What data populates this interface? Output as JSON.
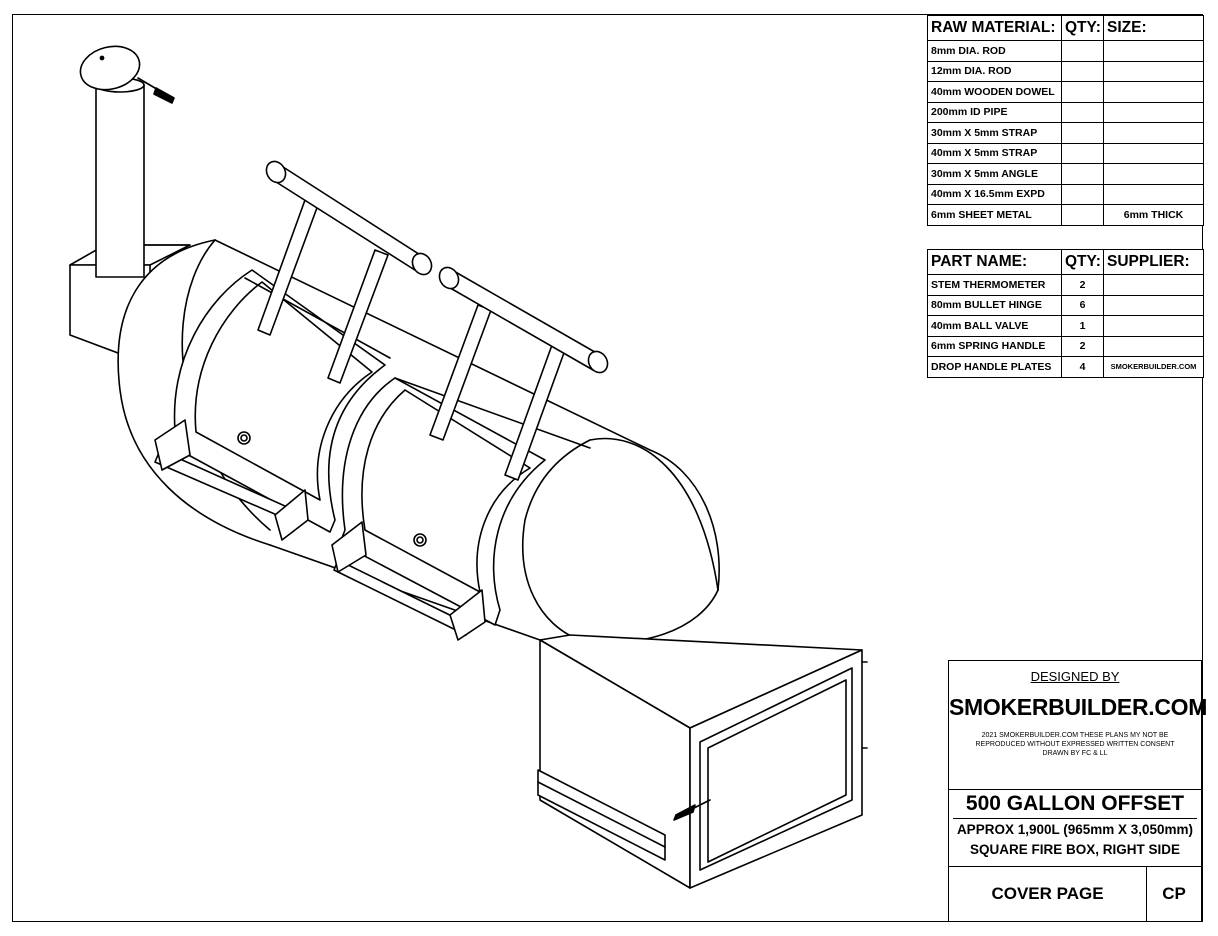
{
  "raw_material_table": {
    "headers": [
      "RAW MATERIAL:",
      "QTY:",
      "SIZE:"
    ],
    "rows": [
      [
        "8mm DIA. ROD",
        "",
        ""
      ],
      [
        "12mm DIA. ROD",
        "",
        ""
      ],
      [
        "40mm WOODEN DOWEL",
        "",
        ""
      ],
      [
        "200mm ID PIPE",
        "",
        ""
      ],
      [
        "30mm X 5mm STRAP",
        "",
        ""
      ],
      [
        "40mm X 5mm STRAP",
        "",
        ""
      ],
      [
        "30mm X 5mm ANGLE",
        "",
        ""
      ],
      [
        "40mm X 16.5mm EXPD",
        "",
        ""
      ],
      [
        "6mm SHEET METAL",
        "",
        "6mm THICK"
      ]
    ]
  },
  "parts_table": {
    "headers": [
      "PART NAME:",
      "QTY:",
      "SUPPLIER:"
    ],
    "rows": [
      [
        "STEM THERMOMETER",
        "2",
        ""
      ],
      [
        "80mm BULLET HINGE",
        "6",
        ""
      ],
      [
        "40mm BALL VALVE",
        "1",
        ""
      ],
      [
        "6mm SPRING HANDLE",
        "2",
        ""
      ],
      [
        "DROP HANDLE PLATES",
        "4",
        "SMOKERBUILDER.COM"
      ]
    ]
  },
  "title_block": {
    "designed_by": "DESIGNED BY",
    "brand": "SMOKERBUILDER.COM",
    "notice_line1": "2021 SMOKERBUILDER.COM THESE PLANS MY NOT BE",
    "notice_line2": "REPRODUCED WITHOUT EXPRESSED WRITTEN CONSENT",
    "notice_line3": "DRAWN BY FC & LL",
    "product": "500 GALLON OFFSET",
    "spec_line1": "APPROX 1,900L (965mm X 3,050mm)",
    "spec_line2": "SQUARE FIRE BOX, RIGHT SIDE",
    "sheet_name": "COVER PAGE",
    "sheet_code": "CP"
  },
  "colors": {
    "line": "#000000",
    "paper": "#ffffff"
  }
}
